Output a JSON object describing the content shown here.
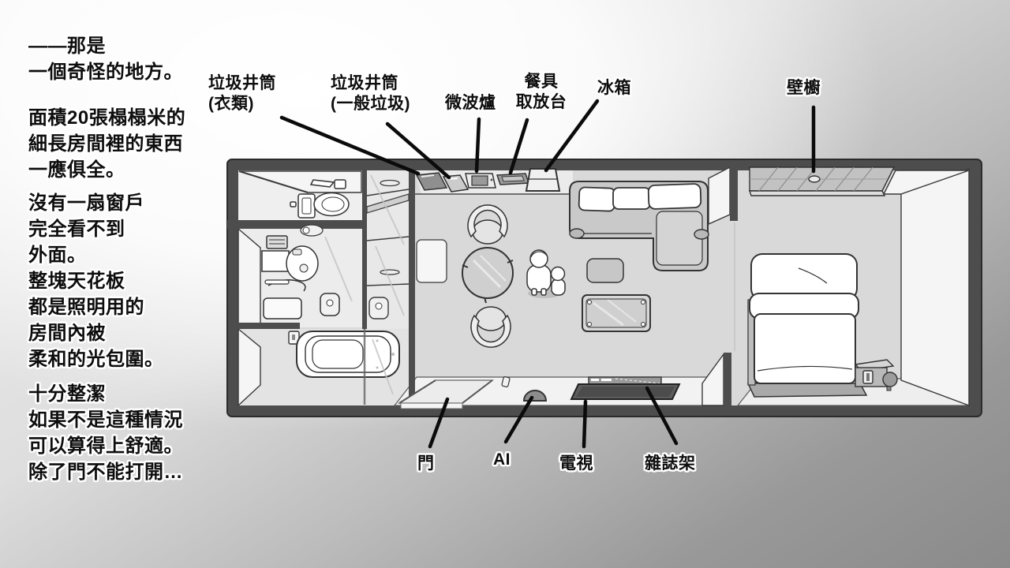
{
  "narration": {
    "p1": "——那是\n一個奇怪的地方。",
    "p2": "面積20張榻榻米的\n細長房間裡的東西\n一應俱全。",
    "p3": "沒有一扇窗戶\n完全看不到\n外面。\n整塊天花板\n都是照明用的\n房間內被\n柔和的光包圍。",
    "p4": "十分整潔\n如果不是這種情況\n可以算得上舒適。\n除了門不能打開…"
  },
  "labels": {
    "chute_clothes": "垃圾井筒\n(衣類)",
    "chute_general": "垃圾井筒\n(一般垃圾)",
    "microwave": "微波爐",
    "dish_station": "餐具\n取放台",
    "fridge": "冰箱",
    "closet": "壁櫥",
    "door": "門",
    "ai": "AI",
    "tv": "電視",
    "magazine_rack": "雜誌架"
  },
  "colors": {
    "wall": "#4d4d4d",
    "floor": "#d9d9d9",
    "label_text": "#0d0d0d",
    "label_outline": "#ffffff",
    "leader_line": "#0b0b0b"
  }
}
